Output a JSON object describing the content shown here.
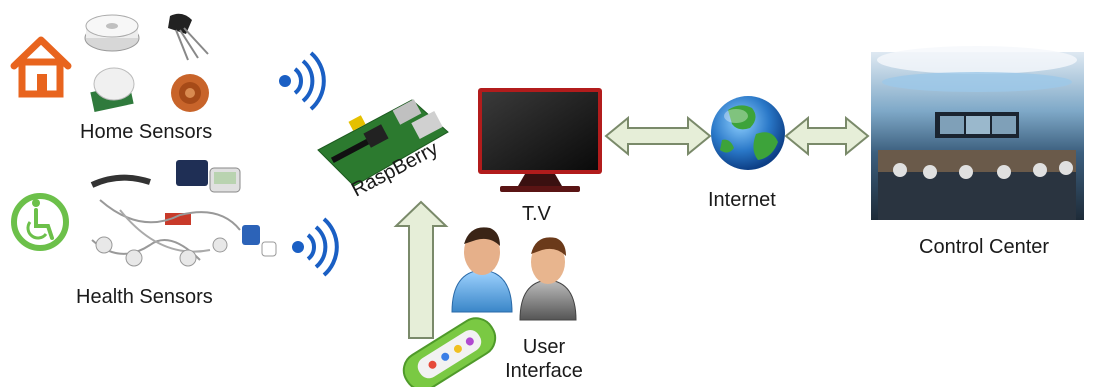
{
  "labels": {
    "home_sensors": "Home Sensors",
    "health_sensors": "Health Sensors",
    "raspberry": "RaspBerry",
    "tv": "T.V",
    "internet": "Internet",
    "control_center": "Control Center",
    "user_interface_line1": "User",
    "user_interface_line2": "Interface"
  },
  "icons": {
    "home": "house-icon",
    "health": "wheelchair-icon",
    "wireless": "wifi-signal-icon",
    "board": "raspberry-pi-board-icon",
    "tv": "tv-icon",
    "globe": "globe-icon",
    "users": "users-icon",
    "remote": "remote-control-icon",
    "control_room": "control-room-photo"
  },
  "colors": {
    "home_orange": "#e8641e",
    "health_green": "#6cc04a",
    "wifi_blue": "#1a5fc4",
    "arrow_fill": "#e6eed8",
    "arrow_stroke": "#7a8a6a",
    "tv_red": "#b21c1c",
    "globe_blue": "#2a78c8"
  }
}
